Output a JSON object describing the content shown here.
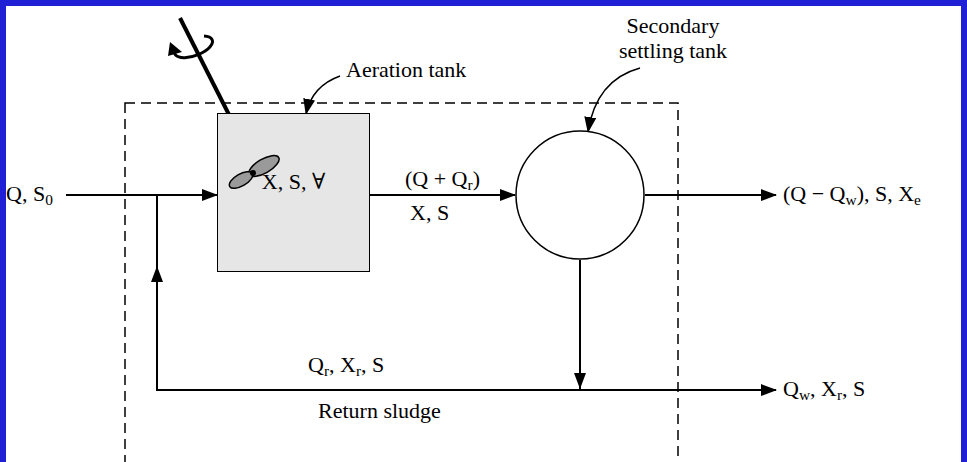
{
  "diagram": {
    "nodes": [
      {
        "text": [
          "Aeration tank",
          "X, S, ∀"
        ]
      },
      {
        "text": [
          "Secondary settling tank"
        ]
      }
    ],
    "edges": [
      {
        "from": 0,
        "to": 1,
        "arrow": "to",
        "label": "(Q + Qr)"
      },
      {
        "from": 1,
        "to": 0,
        "arrow": "to"
      }
    ],
    "labels": [
      "Q, S0",
      "(Q − Qw), S, Xe",
      "X, S",
      "Qr, Xr, S",
      "Return sludge",
      "Qw, Xr, S"
    ]
  }
}
